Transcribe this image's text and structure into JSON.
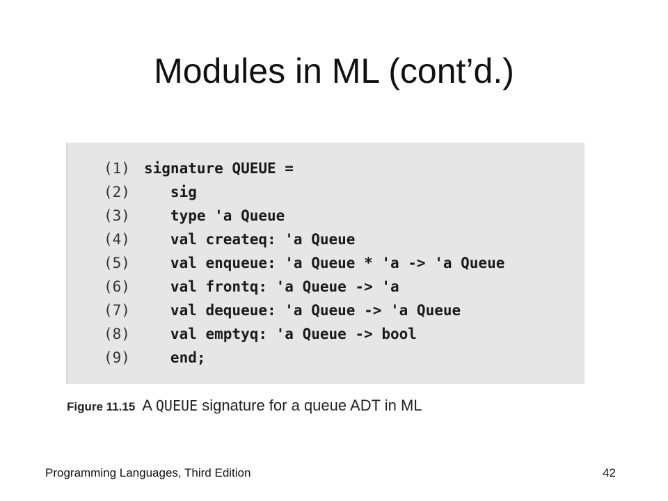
{
  "slide": {
    "title": "Modules in ML (cont’d.)"
  },
  "code": {
    "lines": [
      {
        "num": "(1)",
        "text": "signature QUEUE ="
      },
      {
        "num": "(2)",
        "text": "   sig"
      },
      {
        "num": "(3)",
        "text": "   type 'a Queue"
      },
      {
        "num": "(4)",
        "text": "   val createq: 'a Queue"
      },
      {
        "num": "(5)",
        "text": "   val enqueue: 'a Queue * 'a -> 'a Queue"
      },
      {
        "num": "(6)",
        "text": "   val frontq: 'a Queue -> 'a"
      },
      {
        "num": "(7)",
        "text": "   val dequeue: 'a Queue -> 'a Queue"
      },
      {
        "num": "(8)",
        "text": "   val emptyq: 'a Queue -> bool"
      },
      {
        "num": "(9)",
        "text": "   end;"
      }
    ]
  },
  "caption": {
    "label": "Figure 11.15",
    "prefix": "A ",
    "keyword": "QUEUE",
    "suffix": " signature for a queue ADT in ML"
  },
  "footer": {
    "book": "Programming Languages, Third Edition",
    "page_number": "42"
  }
}
